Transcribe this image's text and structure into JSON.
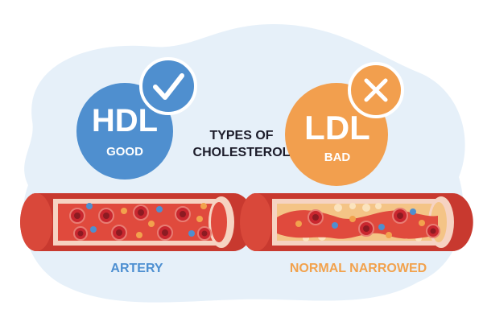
{
  "hdl": {
    "title": "HDL",
    "subtitle": "GOOD",
    "badge_icon": "checkmark-icon",
    "color": "#4f8fcf"
  },
  "ldl": {
    "title": "LDL",
    "subtitle": "BAD",
    "badge_icon": "x-icon",
    "color": "#f29f4e"
  },
  "heading": {
    "line1": "TYPES OF",
    "line2": "CHOLESTEROL"
  },
  "captions": {
    "left": "ARTERY",
    "right": "NORMAL NARROWED"
  },
  "colors": {
    "background_blob": "#e6f0f9",
    "artery_wall": "#c8392f",
    "blood": "#e04a3d",
    "red_cell": "#c9272f",
    "plaque": "#f4c486",
    "good_particle": "#4f8fcf",
    "bad_particle": "#f2a24d"
  }
}
